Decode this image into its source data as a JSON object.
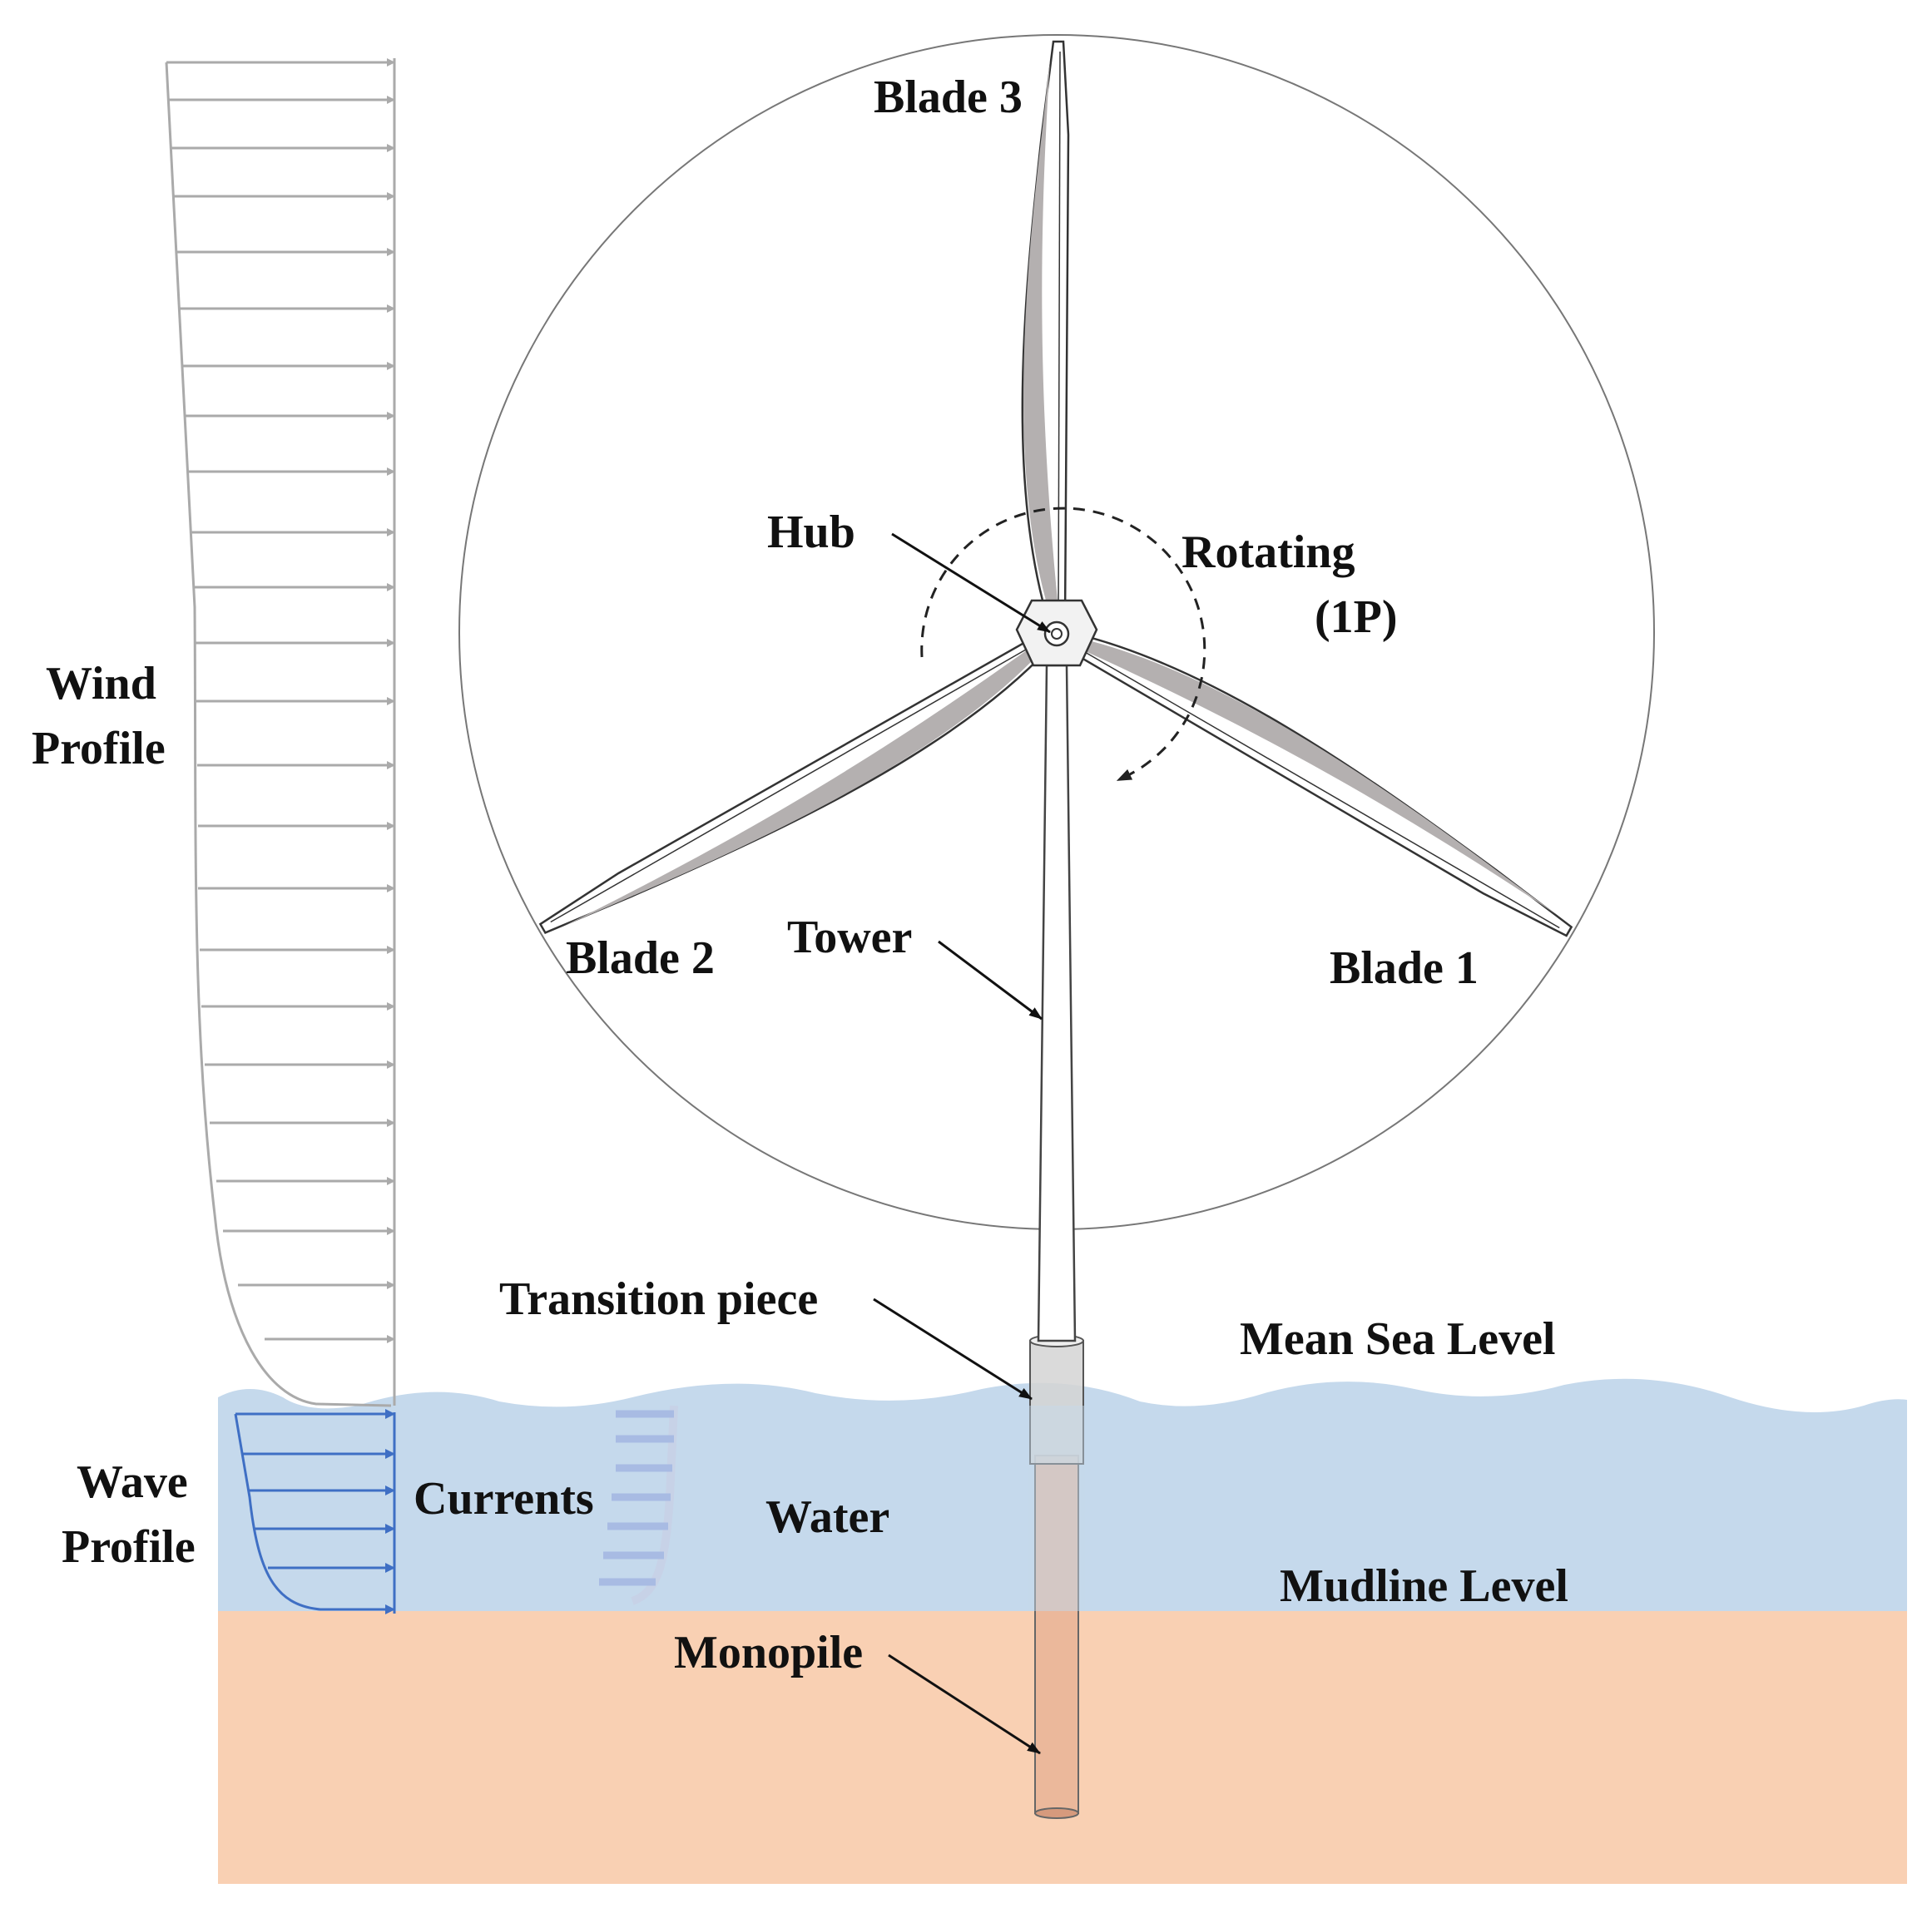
{
  "labels": {
    "blade_3": "Blade 3",
    "blade_2": "Blade 2",
    "blade_1": "Blade 1",
    "hub": "Hub",
    "rotating": "Rotating",
    "rotating_freq": "(1P)",
    "tower": "Tower",
    "wind_profile_1": "Wind",
    "wind_profile_2": "Profile",
    "wave_profile_1": "Wave",
    "wave_profile_2": "Profile",
    "currents": "Currents",
    "water": "Water",
    "transition_piece": "Transition piece",
    "mean_sea_level": "Mean Sea Level",
    "mudline_level": "Mudline Level",
    "monopile": "Monopile"
  },
  "colors": {
    "water": "#c5d9ec",
    "soil": "#f9d0b3",
    "wind_arrows": "#aaaaaa",
    "wave_arrows": "#3f6fc4",
    "current_arrows": "#9fb1e0",
    "monopile": "#e7b195",
    "transition_piece": "#d3d3d3",
    "blade_shade": "#b4b0b0",
    "outline": "#333333"
  }
}
